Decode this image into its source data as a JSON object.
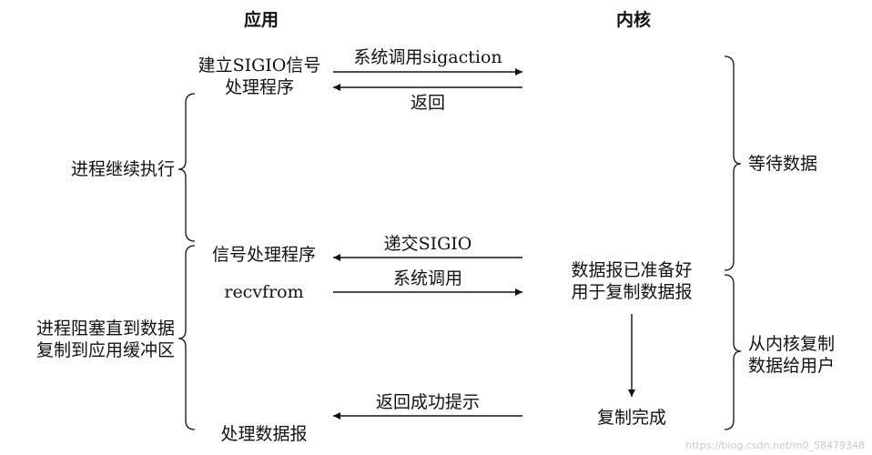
{
  "columns": {
    "app": "应用",
    "kernel": "内核"
  },
  "steps": {
    "setup_handler": "建立SIGIO信号\n处理程序",
    "syscall_sigaction": "系统调用sigaction",
    "return": "返回",
    "continue_exec": "进程继续执行",
    "wait_data": "等待数据",
    "deliver_sigio": "递交SIGIO",
    "signal_handler": "信号处理程序",
    "recvfrom": "recvfrom",
    "syscall": "系统调用",
    "datagram_ready": "数据报已准备好\n用于复制数据报",
    "blocked_copy": "进程阻塞直到数据\n复制到应用缓冲区",
    "copy_to_user": "从内核复制\n数据给用户",
    "copy_done": "复制完成",
    "return_success": "返回成功提示",
    "process_datagram": "处理数据报"
  },
  "watermark": "https://blog.csdn.net/m0_58479348"
}
